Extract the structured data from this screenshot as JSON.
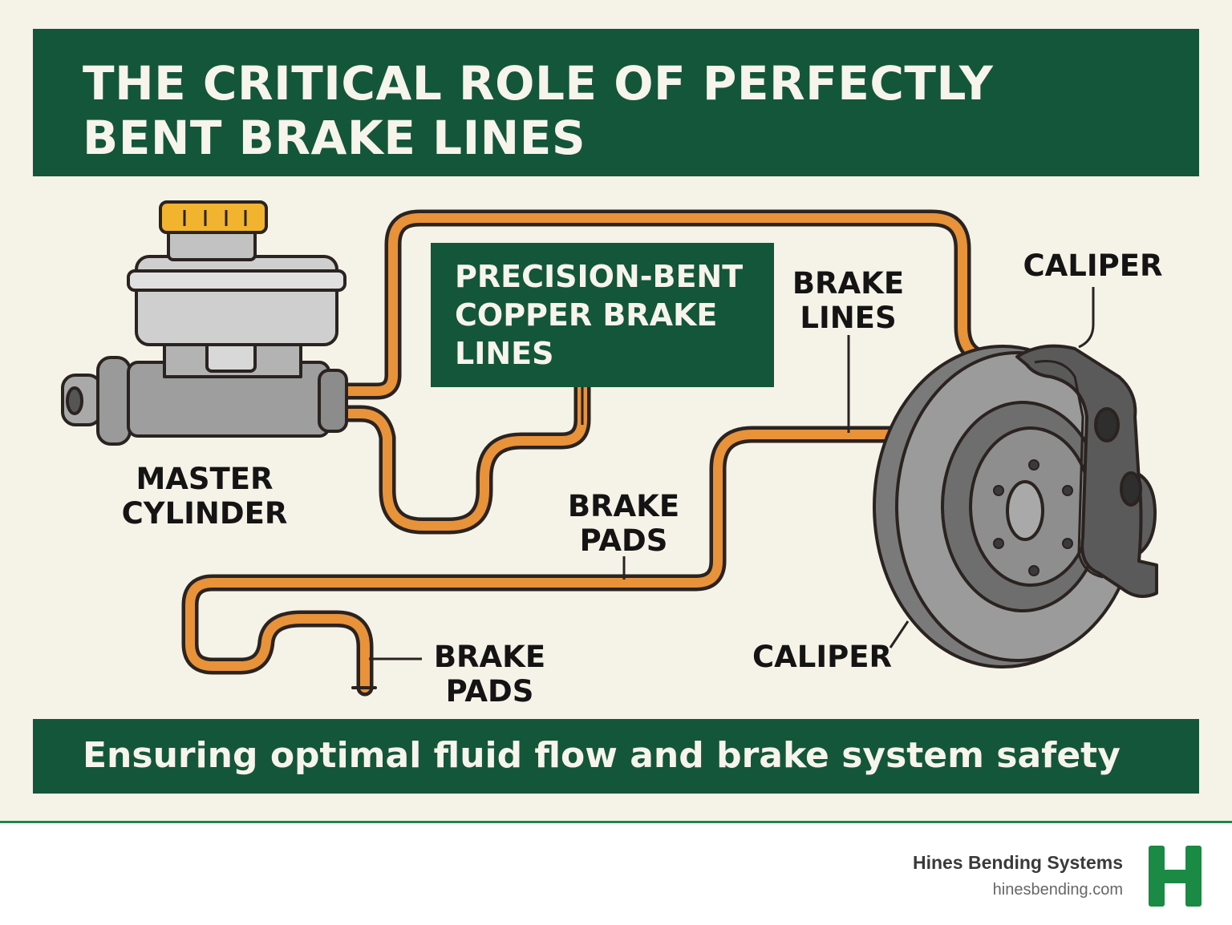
{
  "title": "The Critical Role of Perfectly Bent Brake Lines",
  "subtitle": "Ensuring optimal fluid flow and brake system safety",
  "callout": "Precision-Bent Copper Brake Lines",
  "labels": {
    "master_cylinder": "Master\nCylinder",
    "brake_lines": "Brake\nLines",
    "caliper_top": "Caliper",
    "brake_pads_middle": "Brake\nPads",
    "brake_pads_bottom": "Brake\nPads",
    "caliper_bottom": "Caliper"
  },
  "colors": {
    "banner_green": "#14563a",
    "background_cream": "#f5f2e8",
    "brake_line_copper": "#e8923a",
    "outline": "#2a2320",
    "reservoir_cap": "#f2b32e",
    "brand_green": "#1a8a44"
  },
  "brand": {
    "name": "Hines Bending Systems",
    "url": "hinesbending.com",
    "logo_letter": "H"
  }
}
